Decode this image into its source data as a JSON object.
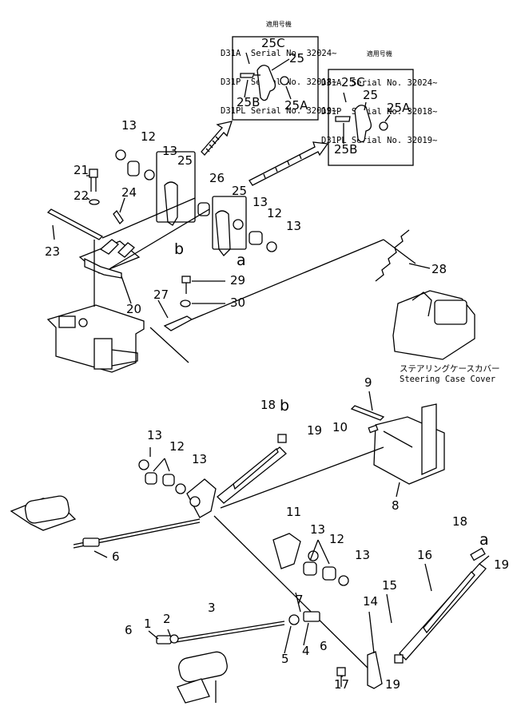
{
  "serial_headers": [
    {
      "caption": "適用号機",
      "rows": [
        "D31A  Serial No. 32024~",
        "D31P  Serial No. 32018~",
        "D31PL Serial No. 32019~"
      ]
    },
    {
      "caption": "適用号機",
      "rows": [
        "D31A  Serial No. 32024~",
        "D31P  Serial No. 32018~",
        "D31PL Serial No. 32019~"
      ]
    }
  ],
  "steering_case_cover": {
    "jp": "ステアリングケースカバー",
    "en": "Steering Case Cover"
  },
  "part_labels": {
    "box1": [
      "25C",
      "25",
      "25B",
      "25A"
    ],
    "box2": [
      "25C",
      "25",
      "25A",
      "25B"
    ],
    "upper": [
      "13",
      "12",
      "21",
      "13",
      "25",
      "22",
      "24",
      "26",
      "25",
      "13",
      "12",
      "23",
      "13",
      "b",
      "a",
      "28",
      "20",
      "29",
      "27",
      "30"
    ],
    "lower": [
      "9",
      "18",
      "b",
      "19",
      "10",
      "13",
      "12",
      "13",
      "8",
      "6",
      "11",
      "13",
      "12",
      "13",
      "18",
      "a",
      "19",
      "16",
      "7",
      "3",
      "15",
      "2",
      "1",
      "14",
      "6",
      "5",
      "4",
      "6",
      "17",
      "19"
    ]
  }
}
